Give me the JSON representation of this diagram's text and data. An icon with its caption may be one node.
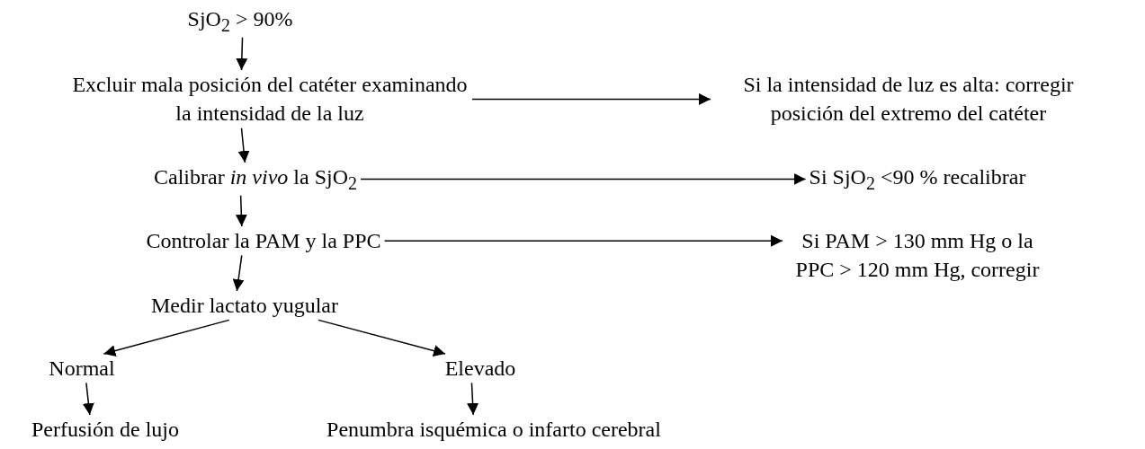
{
  "diagram": {
    "nodes": [
      {
        "text": [
          "SjO$_{2}$ > 90%"
        ]
      },
      {
        "text": [
          "Excluir mala posición del catéter examinando la intensidad de la luz"
        ]
      },
      {
        "text": [
          "Si la intensidad de luz es alta: corregir posición del extremo del catéter"
        ]
      },
      {
        "text": [
          "Calibrar *in vivo* la SjO$_{2}$"
        ]
      },
      {
        "text": [
          "Si SjO$_{2}$ <90 % recalibrar"
        ]
      },
      {
        "text": [
          "Controlar la PAM y la PPC"
        ]
      },
      {
        "text": [
          "Si PAM > 130 mm Hg o la PPC > 120 mm Hg, corregir"
        ]
      },
      {
        "text": [
          "Medir lactato yugular"
        ]
      },
      {
        "text": [
          "Normal"
        ]
      },
      {
        "text": [
          "Elevado"
        ]
      },
      {
        "text": [
          "Perfusión de lujo"
        ]
      },
      {
        "text": [
          "Penumbra isquémica o infarto cerebral"
        ]
      }
    ],
    "edges": [
      {
        "from": 0,
        "to": 1,
        "arrow": "to"
      },
      {
        "from": 1,
        "to": 2,
        "arrow": "to"
      },
      {
        "from": 1,
        "to": 3,
        "arrow": "to"
      },
      {
        "from": 3,
        "to": 4,
        "arrow": "to"
      },
      {
        "from": 3,
        "to": 5,
        "arrow": "to"
      },
      {
        "from": 5,
        "to": 6,
        "arrow": "to"
      },
      {
        "from": 5,
        "to": 7,
        "arrow": "to"
      },
      {
        "from": 7,
        "to": 8,
        "arrow": "to"
      },
      {
        "from": 7,
        "to": 9,
        "arrow": "to"
      },
      {
        "from": 8,
        "to": 10,
        "arrow": "to"
      },
      {
        "from": 9,
        "to": 11,
        "arrow": "to"
      }
    ]
  }
}
